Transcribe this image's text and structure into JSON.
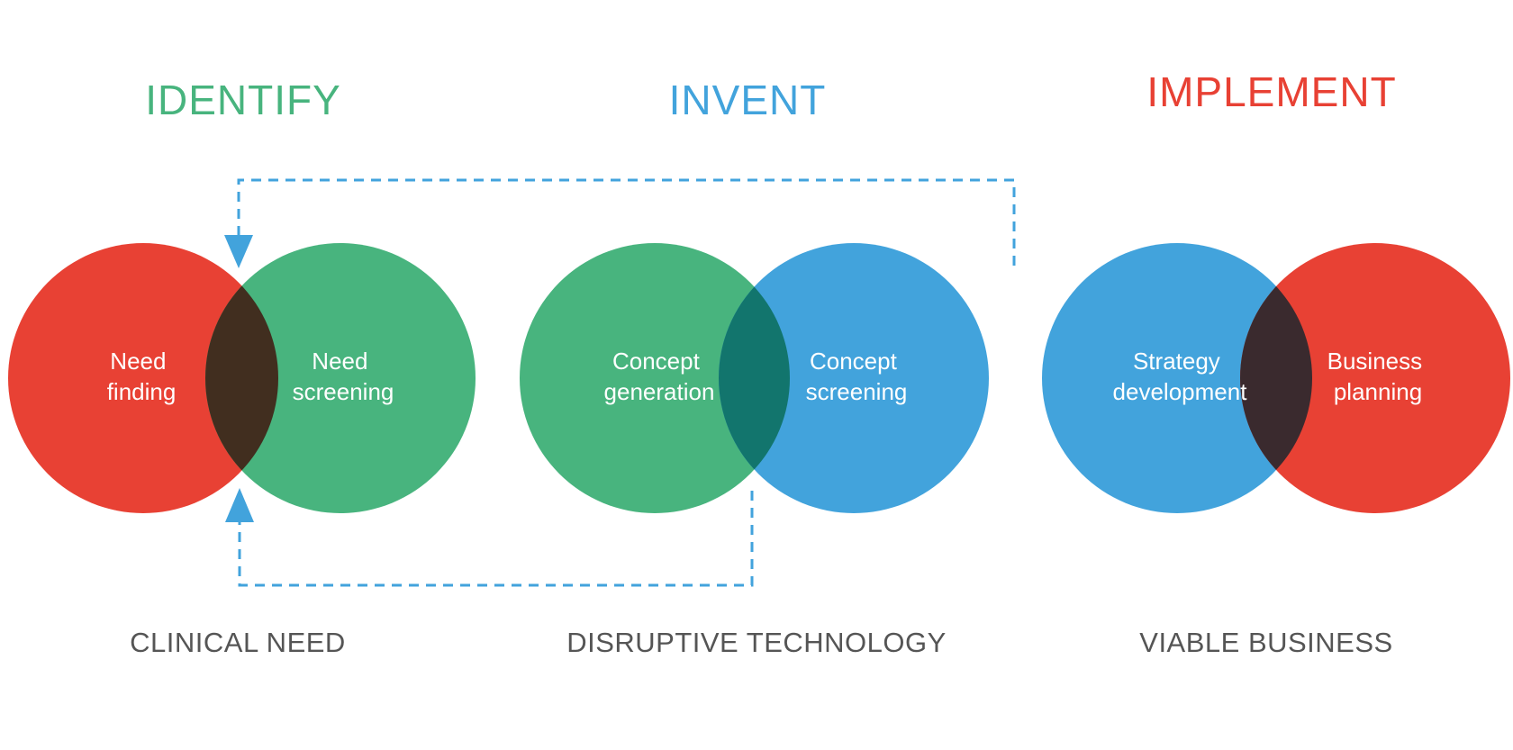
{
  "colors": {
    "red": "#e84134",
    "green": "#48b47e",
    "blue": "#42a3dc",
    "red_green_overlap": "#412e1f",
    "green_blue_overlap": "#12756d",
    "blue_red_overlap": "#3a2a2e",
    "caption": "#555555",
    "connector": "#42a3dc"
  },
  "phases": [
    {
      "title": "IDENTIFY",
      "title_color": "#48b47e",
      "caption": "CLINICAL NEED",
      "left_circle": {
        "color": "red",
        "label_line1": "Need",
        "label_line2": "finding"
      },
      "right_circle": {
        "color": "green",
        "label_line1": "Need",
        "label_line2": "screening"
      }
    },
    {
      "title": "INVENT",
      "title_color": "#42a3dc",
      "caption": "DISRUPTIVE TECHNOLOGY",
      "left_circle": {
        "color": "green",
        "label_line1": "Concept",
        "label_line2": "generation"
      },
      "right_circle": {
        "color": "blue",
        "label_line1": "Concept",
        "label_line2": "screening"
      }
    },
    {
      "title": "IMPLEMENT",
      "title_color": "#e84134",
      "caption": "VIABLE BUSINESS",
      "left_circle": {
        "color": "blue",
        "label_line1": "Strategy",
        "label_line2": "development"
      },
      "right_circle": {
        "color": "red",
        "label_line1": "Business",
        "label_line2": "planning"
      }
    }
  ],
  "connectors": [
    {
      "name": "feedback-from-implement",
      "style": "dashed",
      "arrow": "down"
    },
    {
      "name": "feedback-from-invent",
      "style": "dashed",
      "arrow": "up"
    }
  ]
}
